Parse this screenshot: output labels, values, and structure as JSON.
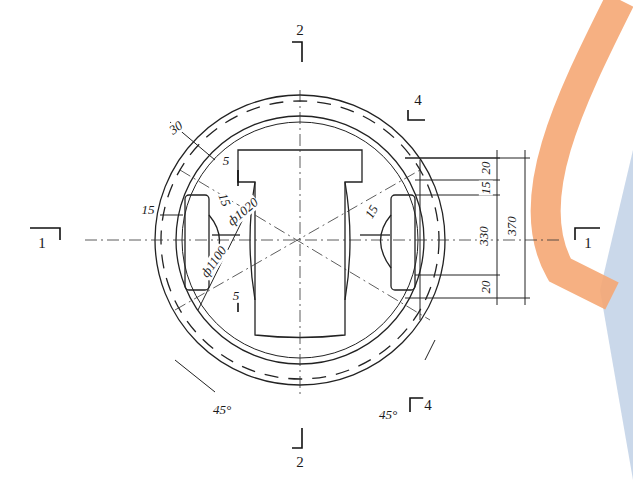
{
  "diagram": {
    "labels": [
      "2",
      "2",
      "4",
      "4",
      "1",
      "1",
      "30",
      "5",
      "ф1020",
      "15",
      "15",
      "15",
      "ф1100",
      "5",
      "45°",
      "45°",
      "20",
      "15",
      "330",
      "370",
      "20"
    ]
  }
}
